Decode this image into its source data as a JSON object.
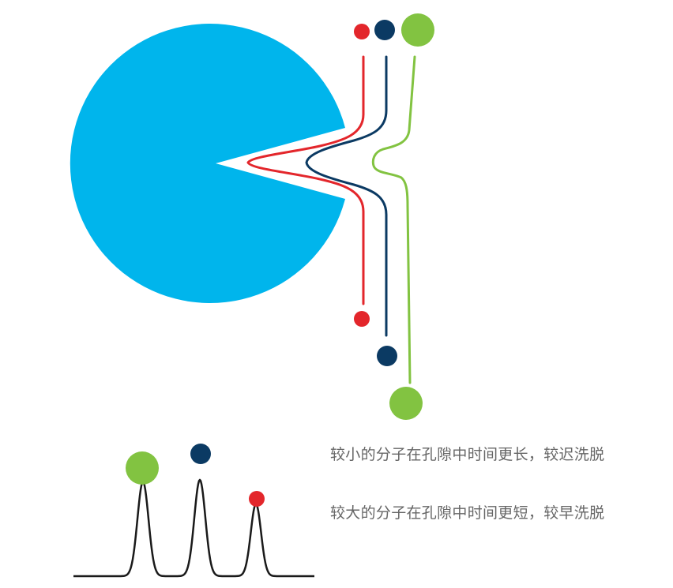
{
  "colors": {
    "pore_particle": "#00B5EC",
    "small_molecule": "#E3262B",
    "medium_molecule": "#0B3A63",
    "large_molecule": "#82C341",
    "baseline": "#1a1a1a",
    "caption_text": "#666666"
  },
  "captions": {
    "small_molecules": "较小的分子在孔隙中时间更长，较迟洗脱",
    "large_molecules": "较大的分子在孔隙中时间更短，较早洗脱"
  },
  "chromatogram": {
    "elution_order": [
      "large",
      "medium",
      "small"
    ],
    "relative_peak_heights": [
      0.98,
      1.0,
      0.75
    ]
  }
}
